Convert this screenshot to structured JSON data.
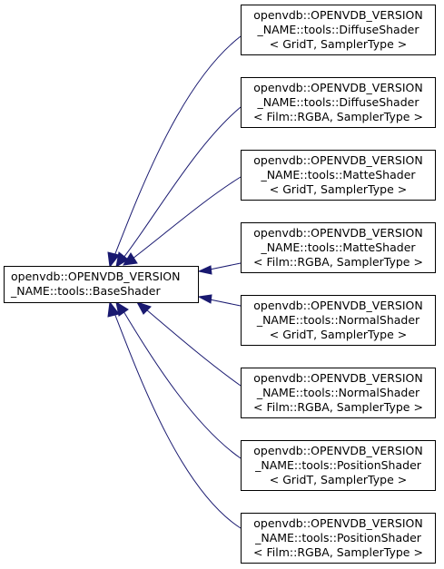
{
  "base_class": {
    "lines": [
      "openvdb::OPENVDB_VERSION",
      "_NAME::tools::BaseShader"
    ]
  },
  "derived_classes": [
    {
      "lines": [
        "openvdb::OPENVDB_VERSION",
        "_NAME::tools::DiffuseShader",
        "< GridT, SamplerType >"
      ]
    },
    {
      "lines": [
        "openvdb::OPENVDB_VERSION",
        "_NAME::tools::DiffuseShader",
        "< Film::RGBA, SamplerType >"
      ]
    },
    {
      "lines": [
        "openvdb::OPENVDB_VERSION",
        "_NAME::tools::MatteShader",
        "< GridT, SamplerType >"
      ]
    },
    {
      "lines": [
        "openvdb::OPENVDB_VERSION",
        "_NAME::tools::MatteShader",
        "< Film::RGBA, SamplerType >"
      ]
    },
    {
      "lines": [
        "openvdb::OPENVDB_VERSION",
        "_NAME::tools::NormalShader",
        "< GridT, SamplerType >"
      ]
    },
    {
      "lines": [
        "openvdb::OPENVDB_VERSION",
        "_NAME::tools::NormalShader",
        "< Film::RGBA, SamplerType >"
      ]
    },
    {
      "lines": [
        "openvdb::OPENVDB_VERSION",
        "_NAME::tools::PositionShader",
        "< GridT, SamplerType >"
      ]
    },
    {
      "lines": [
        "openvdb::OPENVDB_VERSION",
        "_NAME::tools::PositionShader",
        "< Film::RGBA, SamplerType >"
      ]
    }
  ],
  "colors": {
    "edge": "#191970",
    "node_border": "#000000",
    "node_fill": "#ffffff",
    "text": "#000000"
  }
}
